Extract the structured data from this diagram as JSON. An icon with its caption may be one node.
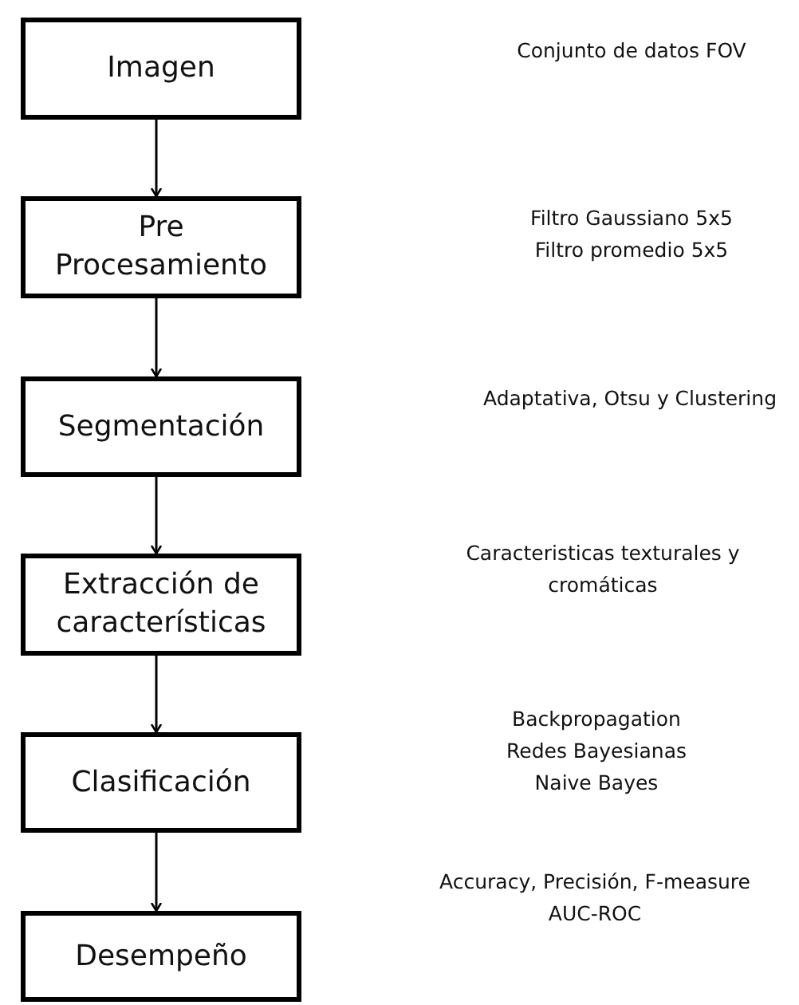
{
  "diagram": {
    "nodes": [
      {
        "text": [
          "Imagen"
        ]
      },
      {
        "text": [
          "Pre Procesamiento"
        ]
      },
      {
        "text": [
          "Segmentación"
        ]
      },
      {
        "text": [
          "Extracción de características"
        ]
      },
      {
        "text": [
          "Clasificación"
        ]
      },
      {
        "text": [
          "Desempeño"
        ]
      }
    ],
    "edges": [
      {
        "from": 0,
        "to": 1,
        "arrow": "to"
      },
      {
        "from": 1,
        "to": 2,
        "arrow": "to"
      },
      {
        "from": 2,
        "to": 3,
        "arrow": "to"
      },
      {
        "from": 3,
        "to": 4,
        "arrow": "to"
      },
      {
        "from": 4,
        "to": 5,
        "arrow": "to"
      }
    ],
    "labels": [
      "Conjunto de datos FOV",
      "Filtro Gaussiano 5x5",
      "Filtro promedio 5x5",
      "Adaptativa, Otsu y Clustering",
      "Caracteristicas texturales y cromáticas",
      "Backpropagation",
      "Redes Bayesianas",
      "Naive Bayes",
      "Accuracy, Precisión, F-measure",
      "AUC-ROC"
    ]
  }
}
